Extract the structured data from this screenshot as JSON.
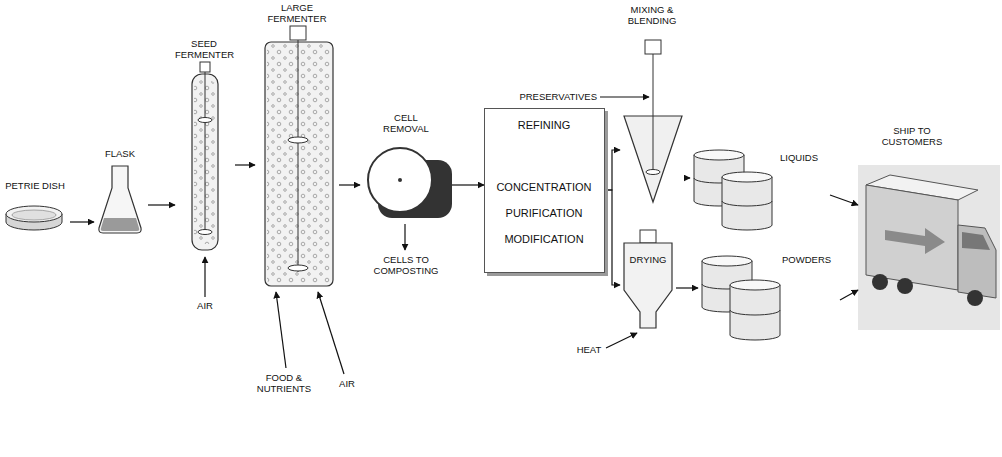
{
  "diagram": {
    "nodes": [
      {
        "text": [
          "PETRIE DISH"
        ]
      },
      {
        "text": [
          "FLASK"
        ]
      },
      {
        "text": [
          "SEED FERMENTER"
        ]
      },
      {
        "text": [
          "LARGE FERMENTER"
        ]
      },
      {
        "text": [
          "CELL REMOVAL"
        ]
      },
      {
        "text": [
          "REFINING",
          "CONCENTRATION",
          "PURIFICATION",
          "MODIFICATION"
        ]
      },
      {
        "text": [
          "MIXING & BLENDING"
        ]
      },
      {
        "text": [
          "DRYING"
        ]
      },
      {
        "text": [
          "LIQUIDS"
        ]
      },
      {
        "text": [
          "POWDERS"
        ]
      },
      {
        "text": [
          "SHIP TO CUSTOMERS"
        ]
      }
    ],
    "edges": [
      {
        "from": 0,
        "to": 1,
        "arrow": "to"
      },
      {
        "from": 1,
        "to": 2,
        "arrow": "to"
      },
      {
        "from": 2,
        "to": 3,
        "arrow": "to"
      },
      {
        "from": 3,
        "to": 4,
        "arrow": "to"
      },
      {
        "from": 4,
        "to": 5,
        "arrow": "to"
      },
      {
        "from": 5,
        "to": 6,
        "arrow": "to"
      },
      {
        "from": 5,
        "to": 7,
        "arrow": "to"
      },
      {
        "from": 6,
        "to": 8,
        "arrow": "to"
      },
      {
        "from": 7,
        "to": 9,
        "arrow": "to"
      },
      {
        "from": 8,
        "to": 10,
        "arrow": "to"
      },
      {
        "from": 9,
        "to": 10,
        "arrow": "to"
      }
    ],
    "labels": [
      "AIR",
      "FOOD & NUTRIENTS",
      "AIR",
      "CELLS TO COMPOSTING",
      "PRESERVATIVES",
      "HEAT"
    ]
  }
}
